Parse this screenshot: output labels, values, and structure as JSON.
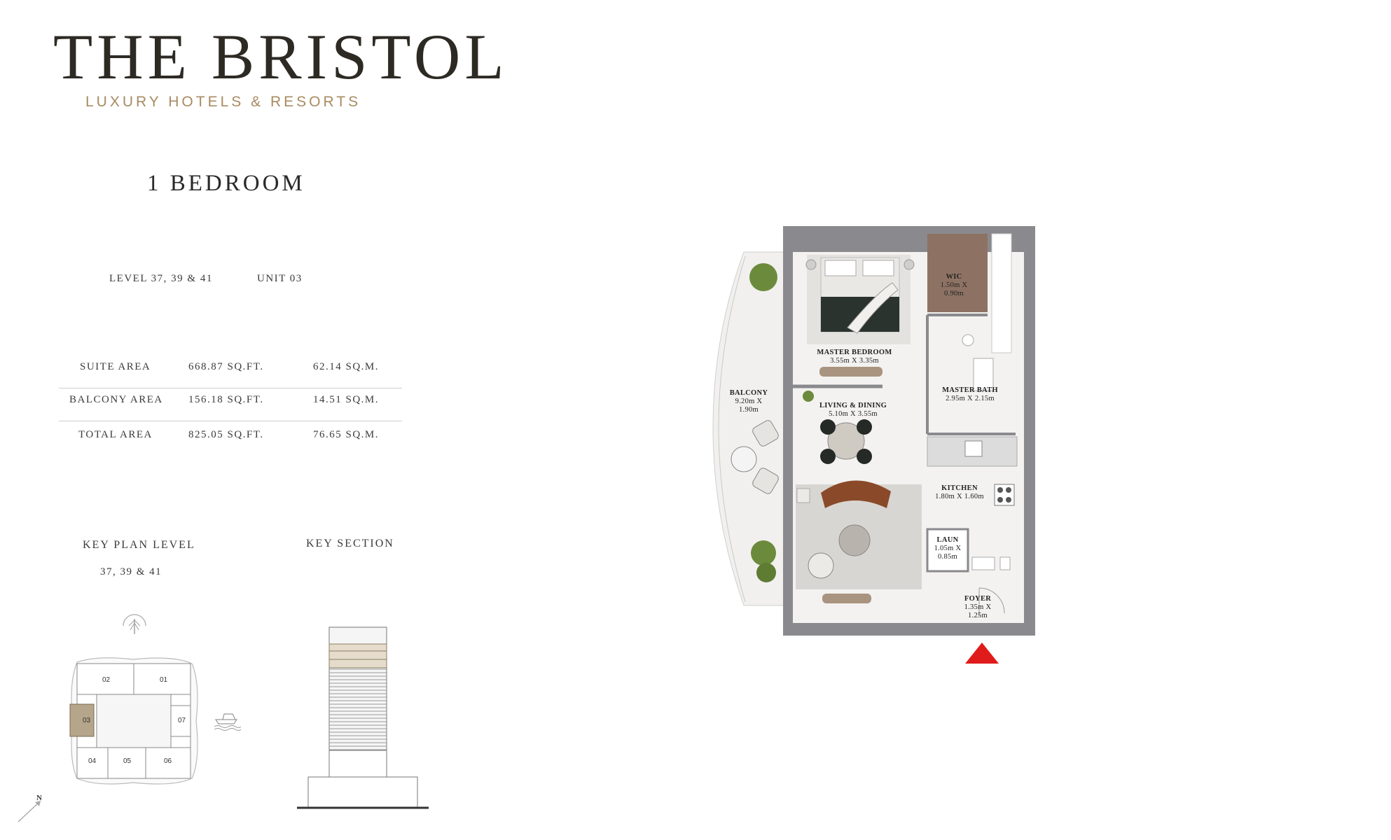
{
  "brand": {
    "title": "THE BRISTOL",
    "subtitle": "LUXURY HOTELS & RESORTS"
  },
  "unit_type": "1 BEDROOM",
  "meta": {
    "level": "LEVEL 37, 39 & 41",
    "unit": "UNIT 03"
  },
  "areas": [
    {
      "label": "SUITE AREA",
      "sqft": "668.87 SQ.FT.",
      "sqm": "62.14 SQ.M."
    },
    {
      "label": "BALCONY AREA",
      "sqft": "156.18 SQ.FT.",
      "sqm": "14.51 SQ.M."
    },
    {
      "label": "TOTAL AREA",
      "sqft": "825.05 SQ.FT.",
      "sqm": "76.65 SQ.M."
    }
  ],
  "key_plan": {
    "title": "KEY PLAN LEVEL",
    "levels": "37, 39 & 41",
    "units": [
      "02",
      "01",
      "03",
      "07",
      "04",
      "05",
      "06"
    ],
    "selected_unit": "03",
    "north": "N"
  },
  "key_section": {
    "title": "KEY SECTION"
  },
  "rooms": {
    "wic": {
      "name": "WIC",
      "dim1": "1.50m X",
      "dim2": "0.90m"
    },
    "master_bedroom": {
      "name": "MASTER BEDROOM",
      "dim1": "3.55m X 3.35m"
    },
    "master_bath": {
      "name": "MASTER BATH",
      "dim1": "2.95m X 2.15m"
    },
    "balcony": {
      "name": "BALCONY",
      "dim1": "9.20m X",
      "dim2": "1.90m"
    },
    "living": {
      "name": "LIVING & DINING",
      "dim1": "5.10m X 3.55m"
    },
    "kitchen": {
      "name": "KITCHEN",
      "dim1": "1.80m X 1.60m"
    },
    "laun": {
      "name": "LAUN",
      "dim1": "1.05m X",
      "dim2": "0.85m"
    },
    "foyer": {
      "name": "FOYER",
      "dim1": "1.35m X",
      "dim2": "1.25m"
    }
  },
  "colors": {
    "accent_gold": "#a88b62",
    "wall": "#8a8a8e",
    "entry_marker": "#e01b1b",
    "selected_unit": "#b5a58a"
  }
}
